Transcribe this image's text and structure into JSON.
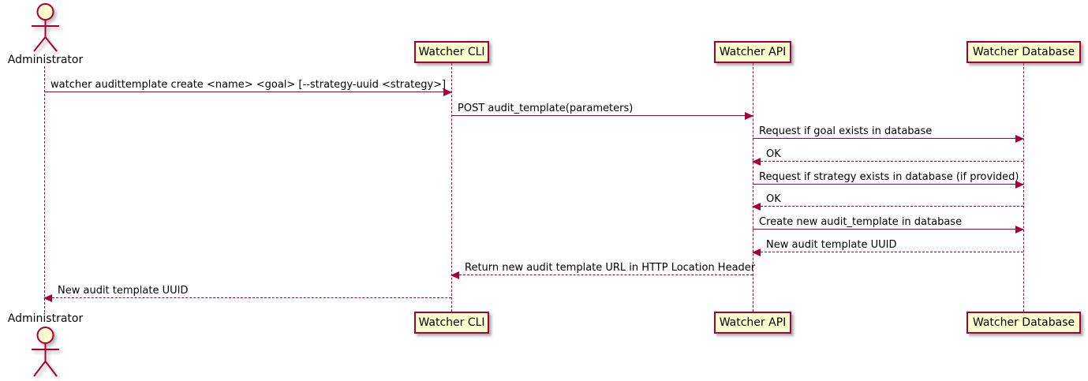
{
  "diagram": {
    "type": "sequence",
    "actor": {
      "label": "Administrator"
    },
    "participants": [
      {
        "name": "Watcher CLI"
      },
      {
        "name": "Watcher API"
      },
      {
        "name": "Watcher Database"
      }
    ],
    "messages": [
      {
        "text": "watcher audittemplate create <name> <goal> [--strategy-uuid <strategy>]",
        "style": "solid",
        "from": "Administrator",
        "to": "Watcher CLI"
      },
      {
        "text": "POST audit_template(parameters)",
        "style": "solid",
        "from": "Watcher CLI",
        "to": "Watcher API"
      },
      {
        "text": "Request if goal exists in database",
        "style": "solid",
        "from": "Watcher API",
        "to": "Watcher Database"
      },
      {
        "text": "OK",
        "style": "dashed",
        "from": "Watcher Database",
        "to": "Watcher API"
      },
      {
        "text": "Request if strategy exists in database (if provided)",
        "style": "solid",
        "from": "Watcher API",
        "to": "Watcher Database"
      },
      {
        "text": "OK",
        "style": "dashed",
        "from": "Watcher Database",
        "to": "Watcher API"
      },
      {
        "text": "Create new audit_template in database",
        "style": "solid",
        "from": "Watcher API",
        "to": "Watcher Database"
      },
      {
        "text": "New audit template UUID",
        "style": "dashed",
        "from": "Watcher Database",
        "to": "Watcher API"
      },
      {
        "text": "Return new audit template URL in HTTP Location Header",
        "style": "dashed",
        "from": "Watcher API",
        "to": "Watcher CLI"
      },
      {
        "text": "New audit template UUID",
        "style": "dashed",
        "from": "Watcher CLI",
        "to": "Administrator"
      }
    ],
    "colors": {
      "accent": "#A80036",
      "participant_fill": "#FEFECE",
      "text": "#000000",
      "background": "#FFFFFF"
    }
  }
}
